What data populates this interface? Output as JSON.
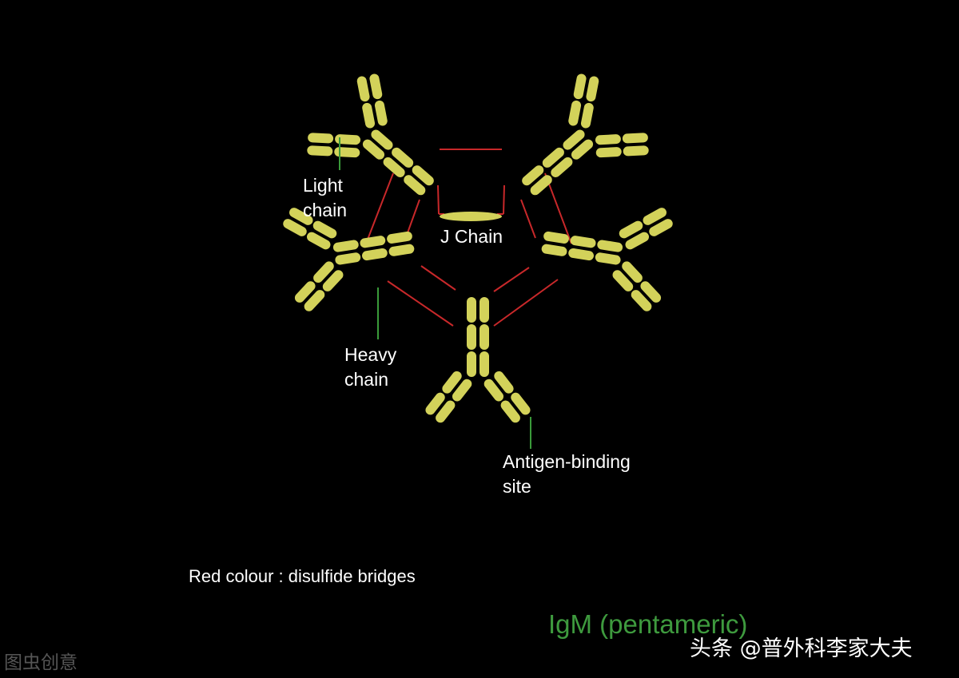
{
  "colors": {
    "chain": "#d3d25a",
    "bridge": "#c8282a",
    "pointer": "#3a9a3a",
    "title": "#3e9a3e"
  },
  "labels": {
    "light_chain": [
      "Light",
      "chain"
    ],
    "j_chain": "J Chain",
    "heavy_chain": [
      "Heavy",
      "chain"
    ],
    "antigen_site": [
      "Antigen-binding",
      "site"
    ]
  },
  "legend_note": "Red colour : disulfide bridges",
  "title": "IgM (pentameric)",
  "watermarks": {
    "toutiao": "头条 @普外科李家大夫",
    "tuchong": "图虫创意"
  }
}
